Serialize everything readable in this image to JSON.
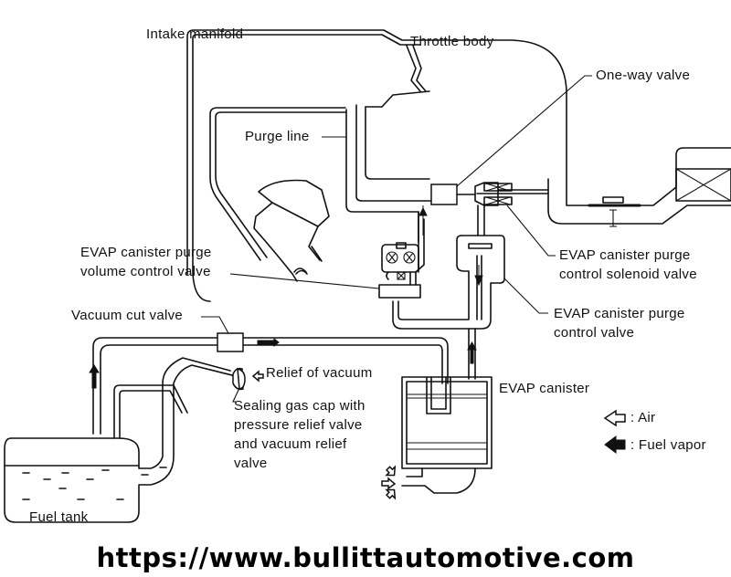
{
  "diagram": {
    "labels": {
      "intake_manifold": "Intake manifold",
      "throttle_body": "Throttle body",
      "one_way_valve": "One-way valve",
      "purge_line": "Purge line",
      "purge_volume_control_valve_line1": "EVAP canister purge",
      "purge_volume_control_valve_line2": "volume control valve",
      "purge_control_solenoid_valve_line1": "EVAP canister purge",
      "purge_control_solenoid_valve_line2": "control solenoid valve",
      "purge_control_valve_line1": "EVAP canister purge",
      "purge_control_valve_line2": "control valve",
      "vacuum_cut_valve": "Vacuum cut valve",
      "relief_of_vacuum": "Relief of vacuum",
      "gas_cap_line1": "Sealing gas cap with",
      "gas_cap_line2": "pressure relief valve",
      "gas_cap_line3": "and vacuum relief",
      "gas_cap_line4": "valve",
      "evap_canister": "EVAP canister",
      "fuel_tank": "Fuel tank"
    },
    "legend": {
      "air": ": Air",
      "fuel_vapor": ": Fuel vapor",
      "air_icon": "hollow-arrow-left",
      "fuel_vapor_icon": "solid-arrow-left"
    },
    "watermark_url": "https://www.bullittautomotive.com"
  }
}
